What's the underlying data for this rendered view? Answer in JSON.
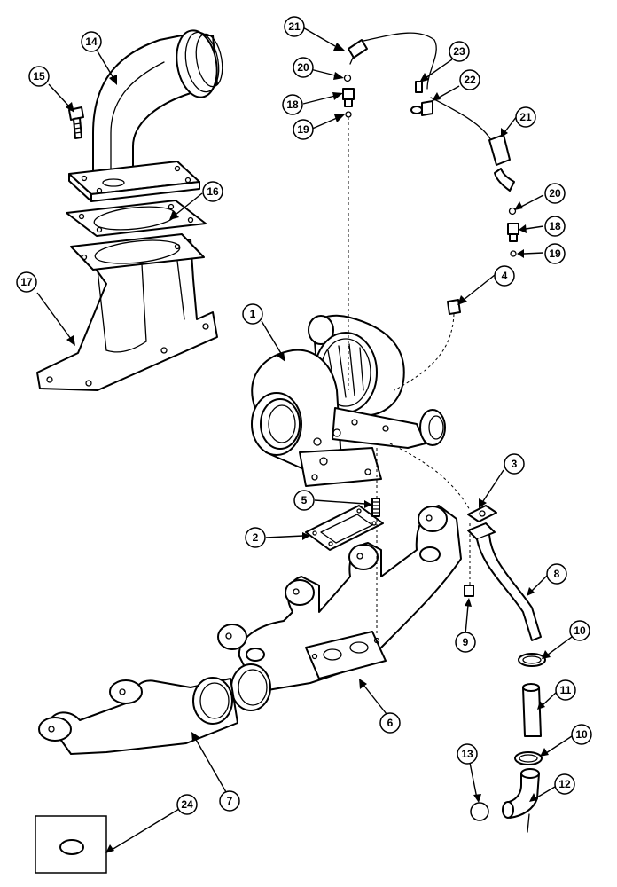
{
  "callouts": [
    {
      "id": "c1",
      "label": "1"
    },
    {
      "id": "c2",
      "label": "2"
    },
    {
      "id": "c3",
      "label": "3"
    },
    {
      "id": "c4",
      "label": "4"
    },
    {
      "id": "c5",
      "label": "5"
    },
    {
      "id": "c6",
      "label": "6"
    },
    {
      "id": "c7",
      "label": "7"
    },
    {
      "id": "c8",
      "label": "8"
    },
    {
      "id": "c9",
      "label": "9"
    },
    {
      "id": "c10a",
      "label": "10"
    },
    {
      "id": "c10b",
      "label": "10"
    },
    {
      "id": "c11",
      "label": "11"
    },
    {
      "id": "c12",
      "label": "12"
    },
    {
      "id": "c13",
      "label": "13"
    },
    {
      "id": "c14",
      "label": "14"
    },
    {
      "id": "c15",
      "label": "15"
    },
    {
      "id": "c16",
      "label": "16"
    },
    {
      "id": "c17",
      "label": "17"
    },
    {
      "id": "c18a",
      "label": "18"
    },
    {
      "id": "c18b",
      "label": "18"
    },
    {
      "id": "c19a",
      "label": "19"
    },
    {
      "id": "c19b",
      "label": "19"
    },
    {
      "id": "c20a",
      "label": "20"
    },
    {
      "id": "c20b",
      "label": "20"
    },
    {
      "id": "c21a",
      "label": "21"
    },
    {
      "id": "c21b",
      "label": "21"
    },
    {
      "id": "c22",
      "label": "22"
    },
    {
      "id": "c23",
      "label": "23"
    },
    {
      "id": "c24",
      "label": "24"
    }
  ]
}
